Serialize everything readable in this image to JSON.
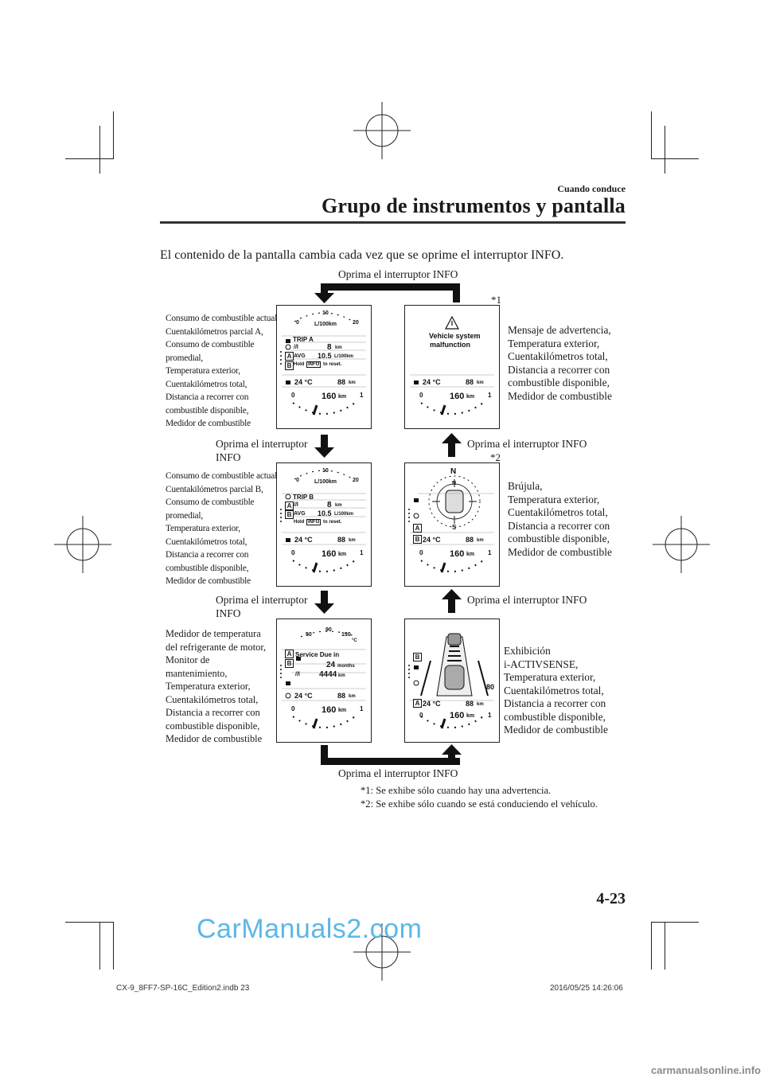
{
  "header": {
    "section": "Cuando conduce",
    "title": "Grupo de instrumentos y pantalla"
  },
  "intro": "El contenido de la pantalla cambia cada vez que se oprime el interruptor INFO.",
  "press_top": "Oprima el interruptor INFO",
  "press_bottom": "Oprima el interruptor INFO",
  "press_mid_left_1": [
    "Oprima el interruptor",
    "INFO"
  ],
  "press_mid_left_2": [
    "Oprima el interruptor",
    "INFO"
  ],
  "press_mid_right_1": "Oprima el interruptor INFO",
  "press_mid_right_2": "Oprima el interruptor INFO",
  "star1": "*1",
  "star2": "*2",
  "left_labels": {
    "a": [
      "Consumo de combustible actual,",
      "Cuentakilómetros parcial A,",
      "Consumo de combustible",
      "promedial,",
      "Temperatura exterior,",
      "Cuentakilómetros total,",
      "Distancia a recorrer con",
      "combustible disponible,",
      "Medidor de combustible"
    ],
    "b": [
      "Consumo de combustible actual,",
      "Cuentakilómetros parcial B,",
      "Consumo de combustible",
      "promedial,",
      "Temperatura exterior,",
      "Cuentakilómetros total,",
      "Distancia a recorrer con",
      "combustible disponible,",
      "Medidor de combustible"
    ],
    "c": [
      "Medidor de temperatura",
      "del refrigerante de motor,",
      "Monitor de",
      "mantenimiento,",
      "Temperatura exterior,",
      "Cuentakilómetros total,",
      "Distancia a recorrer con",
      "combustible disponible,",
      "Medidor de combustible"
    ]
  },
  "right_labels": {
    "warning": [
      "Mensaje de advertencia,",
      "Temperatura exterior,",
      "Cuentakilómetros total,",
      "Distancia a recorrer con",
      "combustible disponible,",
      "Medidor de combustible"
    ],
    "compass": [
      "Brújula,",
      "Temperatura exterior,",
      "Cuentakilómetros total,",
      "Distancia a recorrer con",
      "combustible disponible,",
      "Medidor de combustible"
    ],
    "activsense": [
      "Exhibición",
      "i-ACTIVSENSE,",
      "Temperatura exterior,",
      "Cuentakilómetros total,",
      "Distancia a recorrer con",
      "combustible disponible,",
      "Medidor de combustible"
    ]
  },
  "notes": [
    "*1: Se exhibe sólo cuando hay una advertencia.",
    "*2: Se exhibe sólo cuando se está conduciendo el vehículo."
  ],
  "panels": {
    "gauge_0": "0",
    "gauge_10": "10",
    "gauge_20": "20",
    "gauge_unit": "L/100km",
    "trip_a": "TRIP A",
    "trip_b": "TRIP B",
    "trip_value": "8",
    "trip_unit": "km",
    "avg_label": "AVG",
    "avg_value": "10.5",
    "avg_unit": "L/100km",
    "hold_pre": "Hold",
    "hold_btn": "INFO",
    "hold_post": "to reset.",
    "temp": "24 °C",
    "odo": "88",
    "odo_unit": "km",
    "range": "160",
    "range_unit": "km",
    "fuel_0": "0",
    "fuel_1": "1",
    "warning_line1": "Vehicle system",
    "warning_line2": "malfunction",
    "compass_n": "N",
    "compass_s": "S",
    "service_title": "Service Due in",
    "service_months": "24",
    "service_months_unit": "months",
    "service_km": "4444",
    "service_km_unit": "km",
    "coolant_lo": "50",
    "coolant_mid": "90",
    "coolant_hi": "130",
    "coolant_unit": "°C",
    "speed_value": "80",
    "box_a": "A",
    "box_b": "B"
  },
  "page_number": "4-23",
  "footer_left": "CX-9_8FF7-SP-16C_Edition2.indb   23",
  "footer_right": "2016/05/25   14:26:06",
  "watermark": "CarManuals2.com",
  "site": "carmanualsonline.info"
}
